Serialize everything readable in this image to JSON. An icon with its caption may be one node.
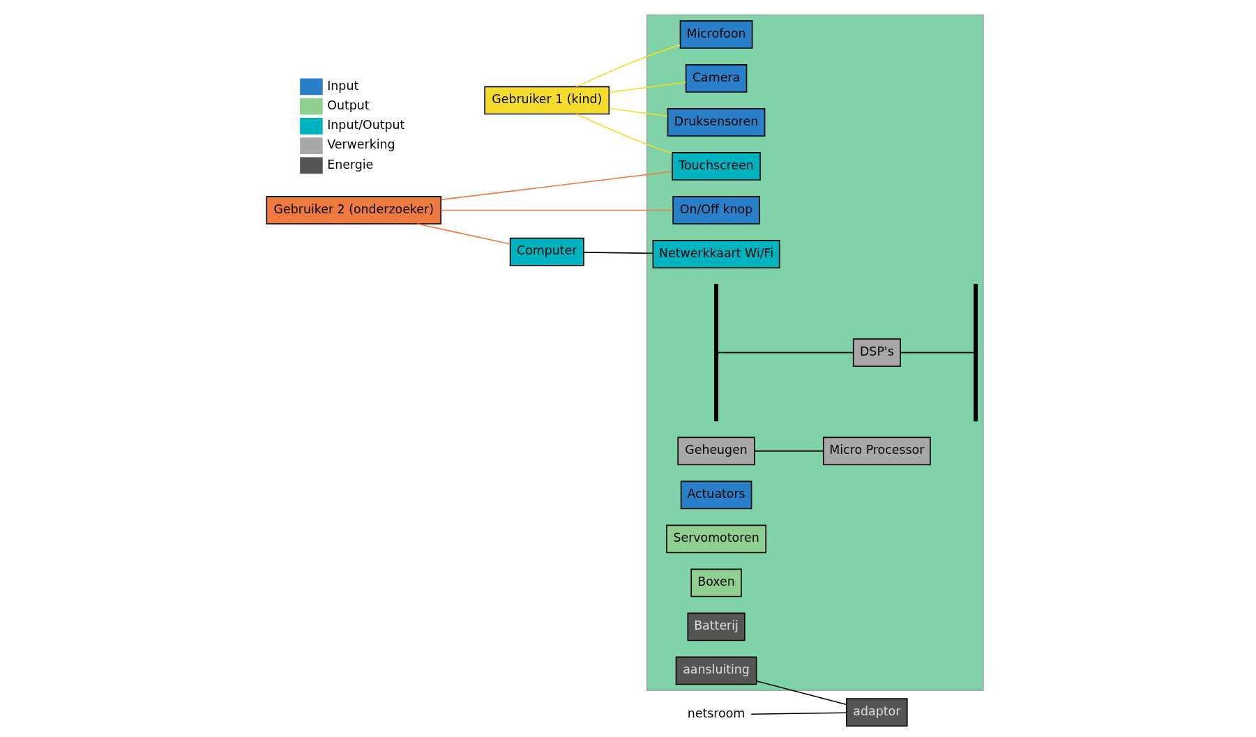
{
  "diagram": {
    "nodes": [
      {
        "text": [
          "Gebruiker 1 (kind)"
        ]
      },
      {
        "text": [],
        "shape": "box"
      },
      {
        "text": [
          "Microfoon"
        ],
        "in": 1
      },
      {
        "text": [
          "Camera"
        ],
        "in": 1
      },
      {
        "text": [
          "Druksensoren"
        ],
        "in": 1
      },
      {
        "text": [
          "Touchscreen"
        ],
        "in": 1
      },
      {
        "text": [
          "On/Off knop"
        ],
        "in": 1
      },
      {
        "text": [
          "Netwerkkaart Wi/Fi"
        ],
        "in": 1
      },
      {
        "text": [],
        "shape": "bar",
        "in": 1
      },
      {
        "text": [
          "DSP's"
        ],
        "in": 1
      },
      {
        "text": [
          "Geheugen"
        ],
        "in": 1
      },
      {
        "text": [
          "Micro Processor"
        ],
        "in": 1
      },
      {
        "text": [],
        "shape": "bar",
        "in": 1
      },
      {
        "text": [
          "Actuators"
        ],
        "in": 1
      },
      {
        "text": [
          "Servomotoren"
        ],
        "in": 1
      },
      {
        "text": [
          "Boxen"
        ],
        "in": 1
      },
      {
        "text": [
          "Batterij"
        ],
        "in": 1
      },
      {
        "text": [
          "aansluiting"
        ],
        "in": 1
      },
      {
        "text": [
          "Gebruiker 2 (onderzoeker)"
        ]
      },
      {
        "text": [
          "Computer"
        ]
      },
      {
        "text": [
          "netsroom"
        ]
      },
      {
        "text": [
          "adaptor"
        ]
      }
    ],
    "edges": [
      {
        "from": 0,
        "to": 2,
        "arrow": "none",
        "color": "#f5dc2a"
      },
      {
        "from": 0,
        "to": 3,
        "arrow": "none",
        "color": "#f5dc2a"
      },
      {
        "from": 0,
        "to": 4,
        "arrow": "none",
        "color": "#f5dc2a"
      },
      {
        "from": 0,
        "to": 5,
        "arrow": "none",
        "color": "#f5dc2a"
      },
      {
        "from": 18,
        "to": 5,
        "arrow": "none",
        "color": "#ee7a40"
      },
      {
        "from": 18,
        "to": 6,
        "arrow": "none",
        "color": "#ee7a40"
      },
      {
        "from": 18,
        "to": 19,
        "arrow": "none",
        "color": "#ee7a40"
      },
      {
        "from": 19,
        "to": 7,
        "arrow": "none"
      },
      {
        "from": 8,
        "to": 9,
        "arrow": "none"
      },
      {
        "from": 9,
        "to": 12,
        "arrow": "none"
      },
      {
        "from": 10,
        "to": 11,
        "arrow": "none"
      },
      {
        "from": 17,
        "to": 21,
        "arrow": "none"
      },
      {
        "from": 20,
        "to": 21,
        "arrow": "none"
      }
    ],
    "legend": [
      {
        "text": "Input",
        "color": "#2a7fc9"
      },
      {
        "text": "Output",
        "color": "#8fcf8f"
      },
      {
        "text": "Input/Output",
        "color": "#00b3c0"
      },
      {
        "text": "Verwerking",
        "color": "#a8a8a8"
      },
      {
        "text": "Energie",
        "color": "#555555"
      }
    ]
  }
}
